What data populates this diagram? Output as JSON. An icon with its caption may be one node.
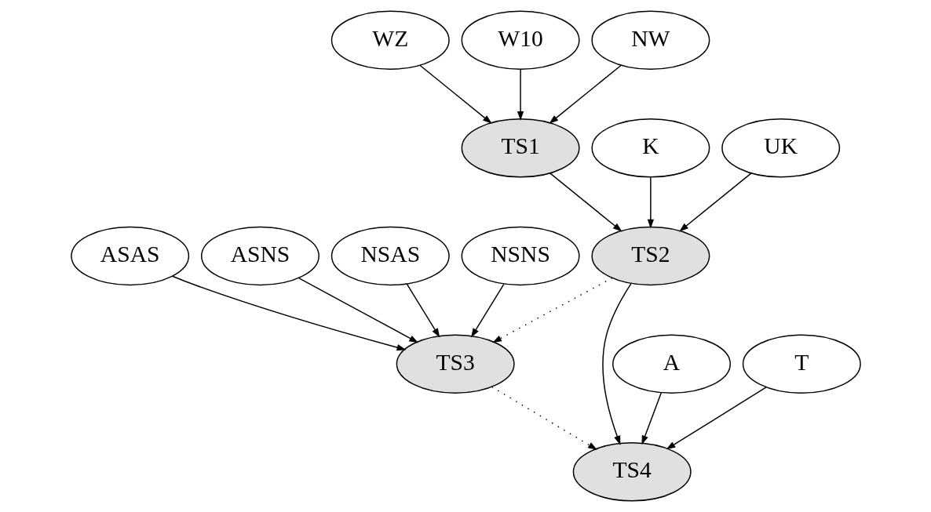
{
  "diagram": {
    "nodes": [
      {
        "text": [
          "WZ"
        ]
      },
      {
        "text": [
          "W10"
        ]
      },
      {
        "text": [
          "NW"
        ]
      },
      {
        "text": [
          "TS1"
        ]
      },
      {
        "text": [
          "K"
        ]
      },
      {
        "text": [
          "UK"
        ]
      },
      {
        "text": [
          "TS2"
        ]
      },
      {
        "text": [
          "ASAS"
        ]
      },
      {
        "text": [
          "ASNS"
        ]
      },
      {
        "text": [
          "NSAS"
        ]
      },
      {
        "text": [
          "NSNS"
        ]
      },
      {
        "text": [
          "A"
        ]
      },
      {
        "text": [
          "T"
        ]
      },
      {
        "text": [
          "TS3"
        ]
      },
      {
        "text": [
          "TS4"
        ]
      }
    ],
    "edges": [
      {
        "from": 0,
        "to": 3,
        "arrow": "to"
      },
      {
        "from": 1,
        "to": 3,
        "arrow": "to"
      },
      {
        "from": 2,
        "to": 3,
        "arrow": "to"
      },
      {
        "from": 3,
        "to": 6,
        "arrow": "to"
      },
      {
        "from": 4,
        "to": 6,
        "arrow": "to"
      },
      {
        "from": 5,
        "to": 6,
        "arrow": "to"
      },
      {
        "from": 6,
        "to": 13,
        "arrow": "to",
        "style": "dashed"
      },
      {
        "from": 7,
        "to": 13,
        "arrow": "to"
      },
      {
        "from": 8,
        "to": 13,
        "arrow": "to"
      },
      {
        "from": 9,
        "to": 13,
        "arrow": "to"
      },
      {
        "from": 10,
        "to": 13,
        "arrow": "to"
      },
      {
        "from": 6,
        "to": 14,
        "arrow": "to"
      },
      {
        "from": 13,
        "to": 14,
        "arrow": "to",
        "style": "dashed"
      },
      {
        "from": 11,
        "to": 14,
        "arrow": "to"
      },
      {
        "from": 12,
        "to": 14,
        "arrow": "to"
      }
    ]
  }
}
